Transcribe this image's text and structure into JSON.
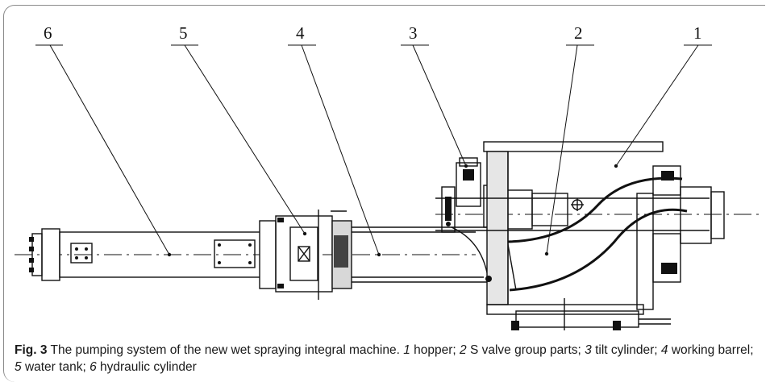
{
  "figure": {
    "callouts": [
      {
        "id": "6",
        "label": "6"
      },
      {
        "id": "5",
        "label": "5"
      },
      {
        "id": "4",
        "label": "4"
      },
      {
        "id": "3",
        "label": "3"
      },
      {
        "id": "2",
        "label": "2"
      },
      {
        "id": "1",
        "label": "1"
      }
    ]
  },
  "caption": {
    "fig_label": "Fig. 3",
    "intro": "The pumping system of the new wet spraying integral machine.",
    "items": [
      {
        "num": "1",
        "text": "hopper;"
      },
      {
        "num": "2",
        "text": "S valve group parts;"
      },
      {
        "num": "3",
        "text": "tilt cylinder;"
      },
      {
        "num": "4",
        "text": "working barrel;"
      },
      {
        "num": "5",
        "text": "water tank;"
      },
      {
        "num": "6",
        "text": "hydraulic cylinder"
      }
    ]
  }
}
